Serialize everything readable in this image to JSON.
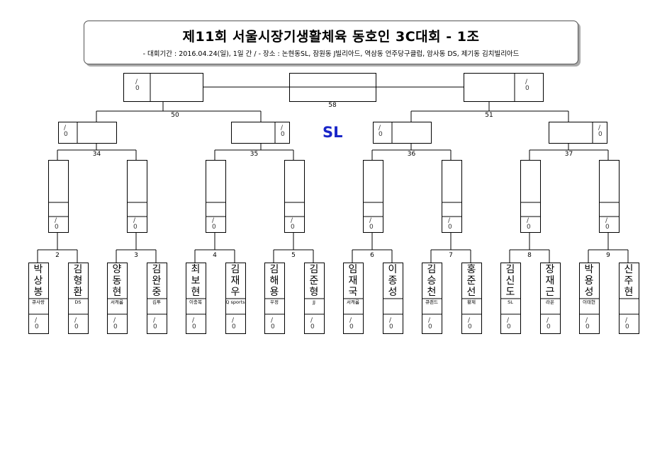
{
  "header": {
    "title": "제11회 서울시장기생활체육 동호인 3C대회 - 1조",
    "info": "- 대회기간 : 2016.04.24(일), 1일 간 / - 장소 : 논현동SL, 잠원동 J빌리아드, 역삼동 언주당구클럽, 암사동 DS, 제기동 김치빌리아드"
  },
  "venue_tag": "SL",
  "score_placeholder": "0",
  "score_slash": "/",
  "match_numbers": {
    "final": "58",
    "semi_left": "50",
    "semi_right": "51",
    "qf": [
      "34",
      "35",
      "36",
      "37"
    ],
    "r16": [
      "2",
      "3",
      "4",
      "5",
      "6",
      "7",
      "8",
      "9"
    ]
  },
  "players": [
    {
      "name": "박상봉",
      "club": "큐사랑"
    },
    {
      "name": "김형환",
      "club": "DS"
    },
    {
      "name": "양동현",
      "club": "서캐롬"
    },
    {
      "name": "김완중",
      "club": "김투"
    },
    {
      "name": "최보현",
      "club": "이충복"
    },
    {
      "name": "김재우",
      "club": "Q sports"
    },
    {
      "name": "김해용",
      "club": "우정"
    },
    {
      "name": "김준형",
      "club": "JJ"
    },
    {
      "name": "임재국",
      "club": "서캐롬"
    },
    {
      "name": "이종성",
      "club": ""
    },
    {
      "name": "김승천",
      "club": "큐랜드"
    },
    {
      "name": "홍준선",
      "club": "황제"
    },
    {
      "name": "김신도",
      "club": "SL"
    },
    {
      "name": "장재근",
      "club": "라온"
    },
    {
      "name": "박용성",
      "club": "이태현"
    },
    {
      "name": "신주현",
      "club": ""
    }
  ]
}
